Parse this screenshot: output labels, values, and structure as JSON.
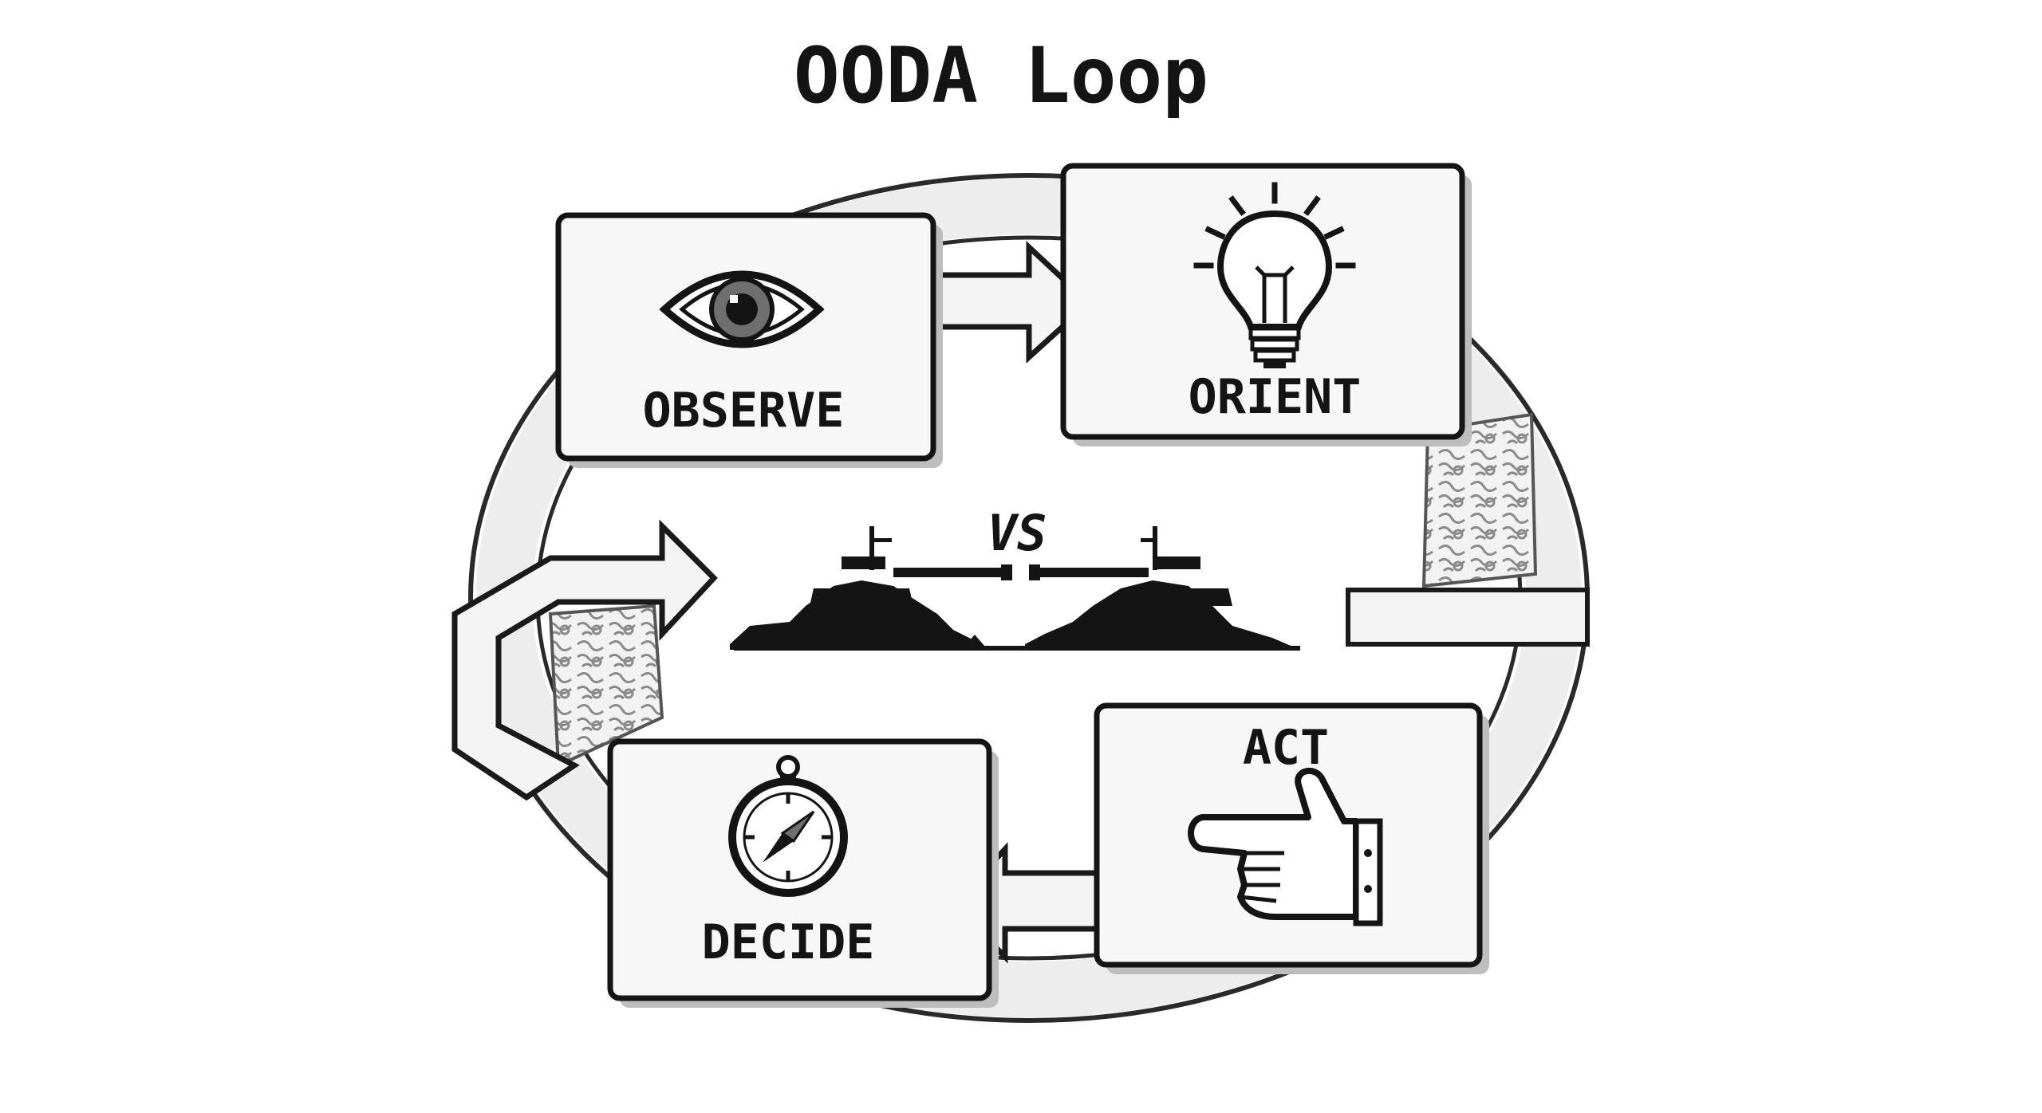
{
  "title": "OODA Loop",
  "center_label": "VS",
  "stages": {
    "observe": {
      "label": "OBSERVE",
      "icon": "eye-icon"
    },
    "orient": {
      "label": "ORIENT",
      "icon": "lightbulb-icon"
    },
    "decide": {
      "label": "DECIDE",
      "icon": "compass-icon"
    },
    "act": {
      "label": "ACT",
      "icon": "pointing-hand-icon"
    }
  },
  "colors": {
    "ink": "#141414",
    "box_fill": "#f7f7f7",
    "box_shadow": "#bdbdbd",
    "loop_fill": "#efefef",
    "background": "#ffffff"
  }
}
